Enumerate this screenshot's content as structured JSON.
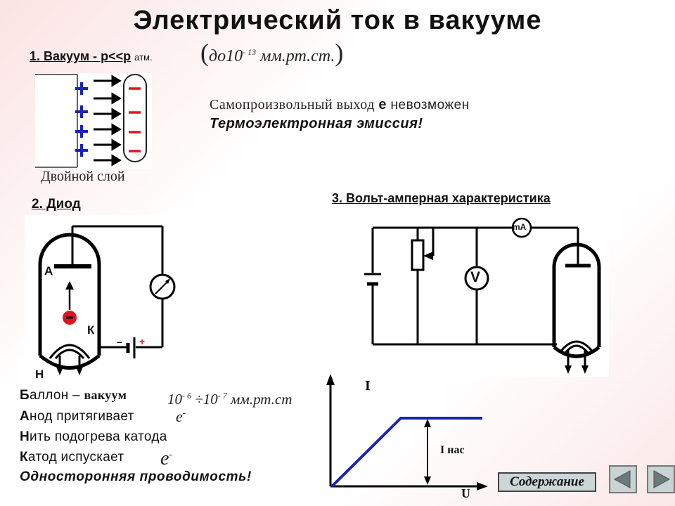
{
  "title": "Электрический ток в вакууме",
  "section1": {
    "label": "1. Вакуум - p<<p",
    "sub": "атм.",
    "pressure_prefix": "до10",
    "pressure_exp": "- 13",
    "pressure_units": "мм.рт.ст."
  },
  "double_layer": {
    "caption": "Двойной слой",
    "plus": "+",
    "minus": "–"
  },
  "spontaneous": {
    "prefix": "Самопроизвольный выход",
    "e": "е",
    "rest": "невозможен"
  },
  "thermo": "Термоэлектронная эмиссия!",
  "section2": {
    "label": "2. Диод",
    "anode": "А",
    "cathode": "К",
    "filament": "Н",
    "electron": "-",
    "plus": "+",
    "minus": "–"
  },
  "section3": {
    "label": "3. Вольт-амперная характеристика",
    "ammeter": "mA",
    "voltmeter": "V"
  },
  "vac_graph": {
    "y_label": "I",
    "x_label": "U",
    "sat_label": "I нас"
  },
  "list": {
    "l1_a": "Б",
    "l1_b": "аллон – ",
    "l1_c": "вакуум",
    "formula_a": "10",
    "formula_a_exp": "- 6",
    "formula_mid": "÷10",
    "formula_b_exp": "- 7",
    "formula_units": "мм.рт.ст",
    "l2_a": "А",
    "l2_b": "нод притягивает",
    "e": "е",
    "e_sup": "-",
    "l3_a": "Н",
    "l3_b": "ить подогрева катода",
    "l4_a": "К",
    "l4_b": "атод испускает",
    "l5": "Односторонняя проводимость!"
  },
  "nav": {
    "contents": "Содержание",
    "back_icon": "arrow-left-icon",
    "forward_icon": "arrow-right-icon"
  },
  "colors": {
    "accent_blue": "#1a23b8",
    "accent_red": "#e0141e"
  }
}
